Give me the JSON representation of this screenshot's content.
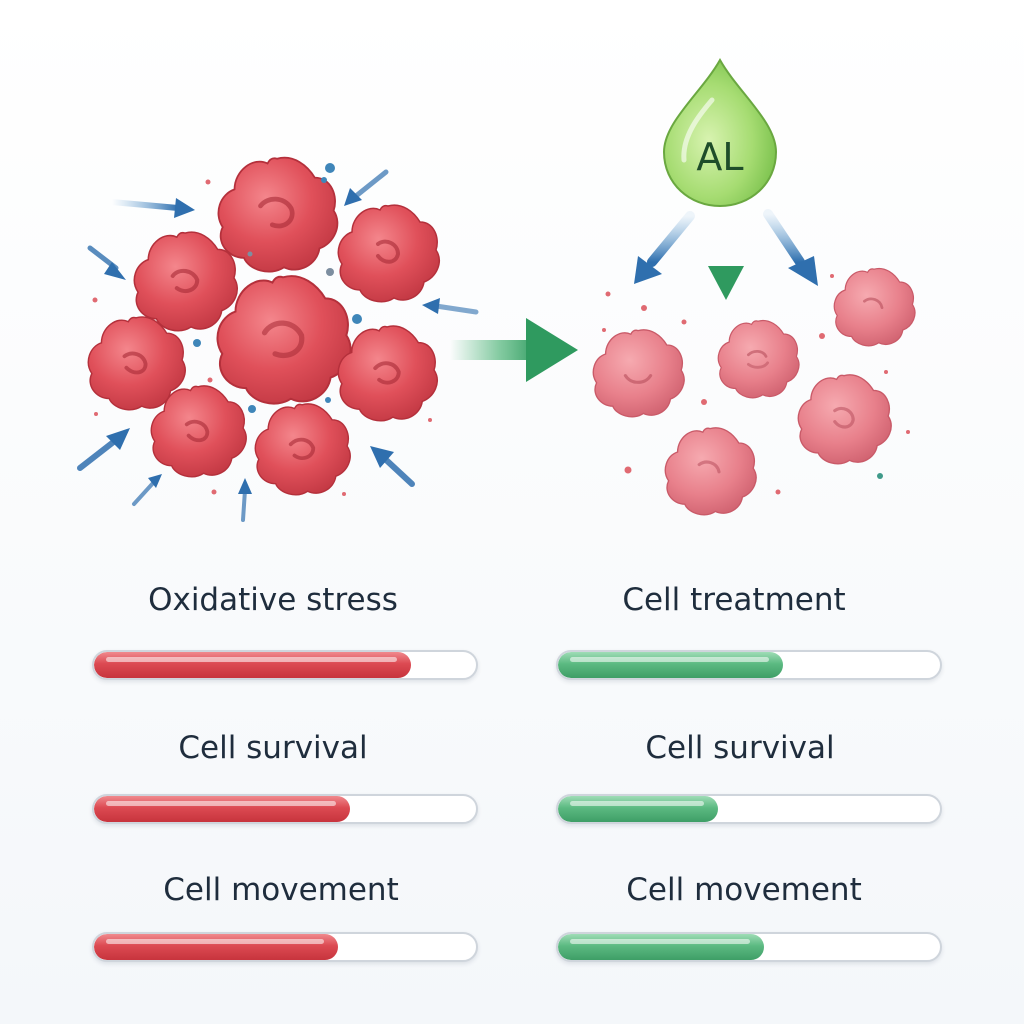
{
  "drop": {
    "label": "AL"
  },
  "colors": {
    "stress_red": "#dc4a52",
    "treated_pink": "#e8828d",
    "treatment_green": "#5cba82",
    "arrow_blue": "#2f6fae"
  },
  "metrics": {
    "left": [
      {
        "label": "Oxidative stress",
        "level": 0.83,
        "color": "red"
      },
      {
        "label": "Cell survival",
        "level": 0.67,
        "color": "red"
      },
      {
        "label": "Cell movement",
        "level": 0.64,
        "color": "red"
      }
    ],
    "right": [
      {
        "label": "Cell treatment",
        "level": 0.59,
        "color": "green"
      },
      {
        "label": "Cell survival",
        "level": 0.42,
        "color": "green"
      },
      {
        "label": "Cell movement",
        "level": 0.54,
        "color": "green"
      }
    ]
  }
}
